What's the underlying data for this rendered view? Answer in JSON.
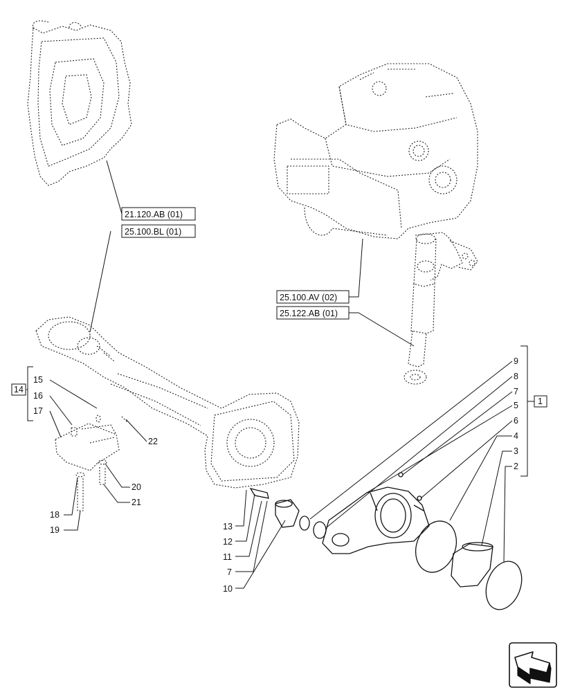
{
  "references": {
    "r1": "21.120.AB (01)",
    "r2": "25.100.BL (01)",
    "r3": "25.100.AV (02)",
    "r4": "25.122.AB (01)"
  },
  "groups": {
    "g1": "1",
    "g14": "14"
  },
  "callouts": {
    "c2": "2",
    "c3": "3",
    "c4": "4",
    "c5": "5",
    "c6": "6",
    "c7": "7",
    "c7b": "7",
    "c8": "8",
    "c9": "9",
    "c10": "10",
    "c11": "11",
    "c12": "12",
    "c13": "13",
    "c15": "15",
    "c16": "16",
    "c17": "17",
    "c18": "18",
    "c19": "19",
    "c20": "20",
    "c21": "21",
    "c22": "22"
  },
  "nav": {
    "icon": "next-page-arrow-icon"
  }
}
